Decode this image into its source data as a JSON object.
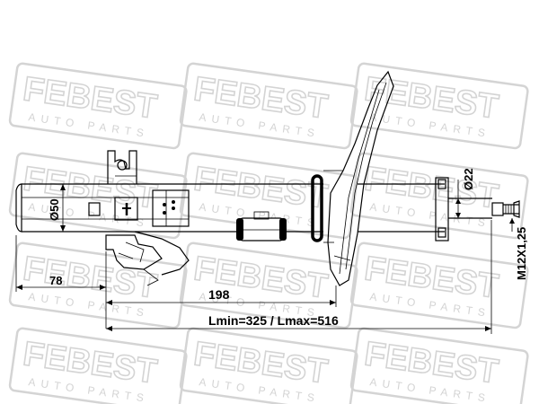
{
  "watermark": {
    "brand": "FEBEST",
    "subtitle": "AUTO PARTS",
    "color": "#d4d4d4"
  },
  "dimensions": {
    "left_length": "78",
    "mid_length": "198",
    "total_length": "Lmin=325 / Lmax=516",
    "body_diameter": "Ø50",
    "rod_diameter": "Ø22",
    "thread": "M12X1,25"
  },
  "colors": {
    "line": "#000000",
    "background": "#ffffff"
  }
}
